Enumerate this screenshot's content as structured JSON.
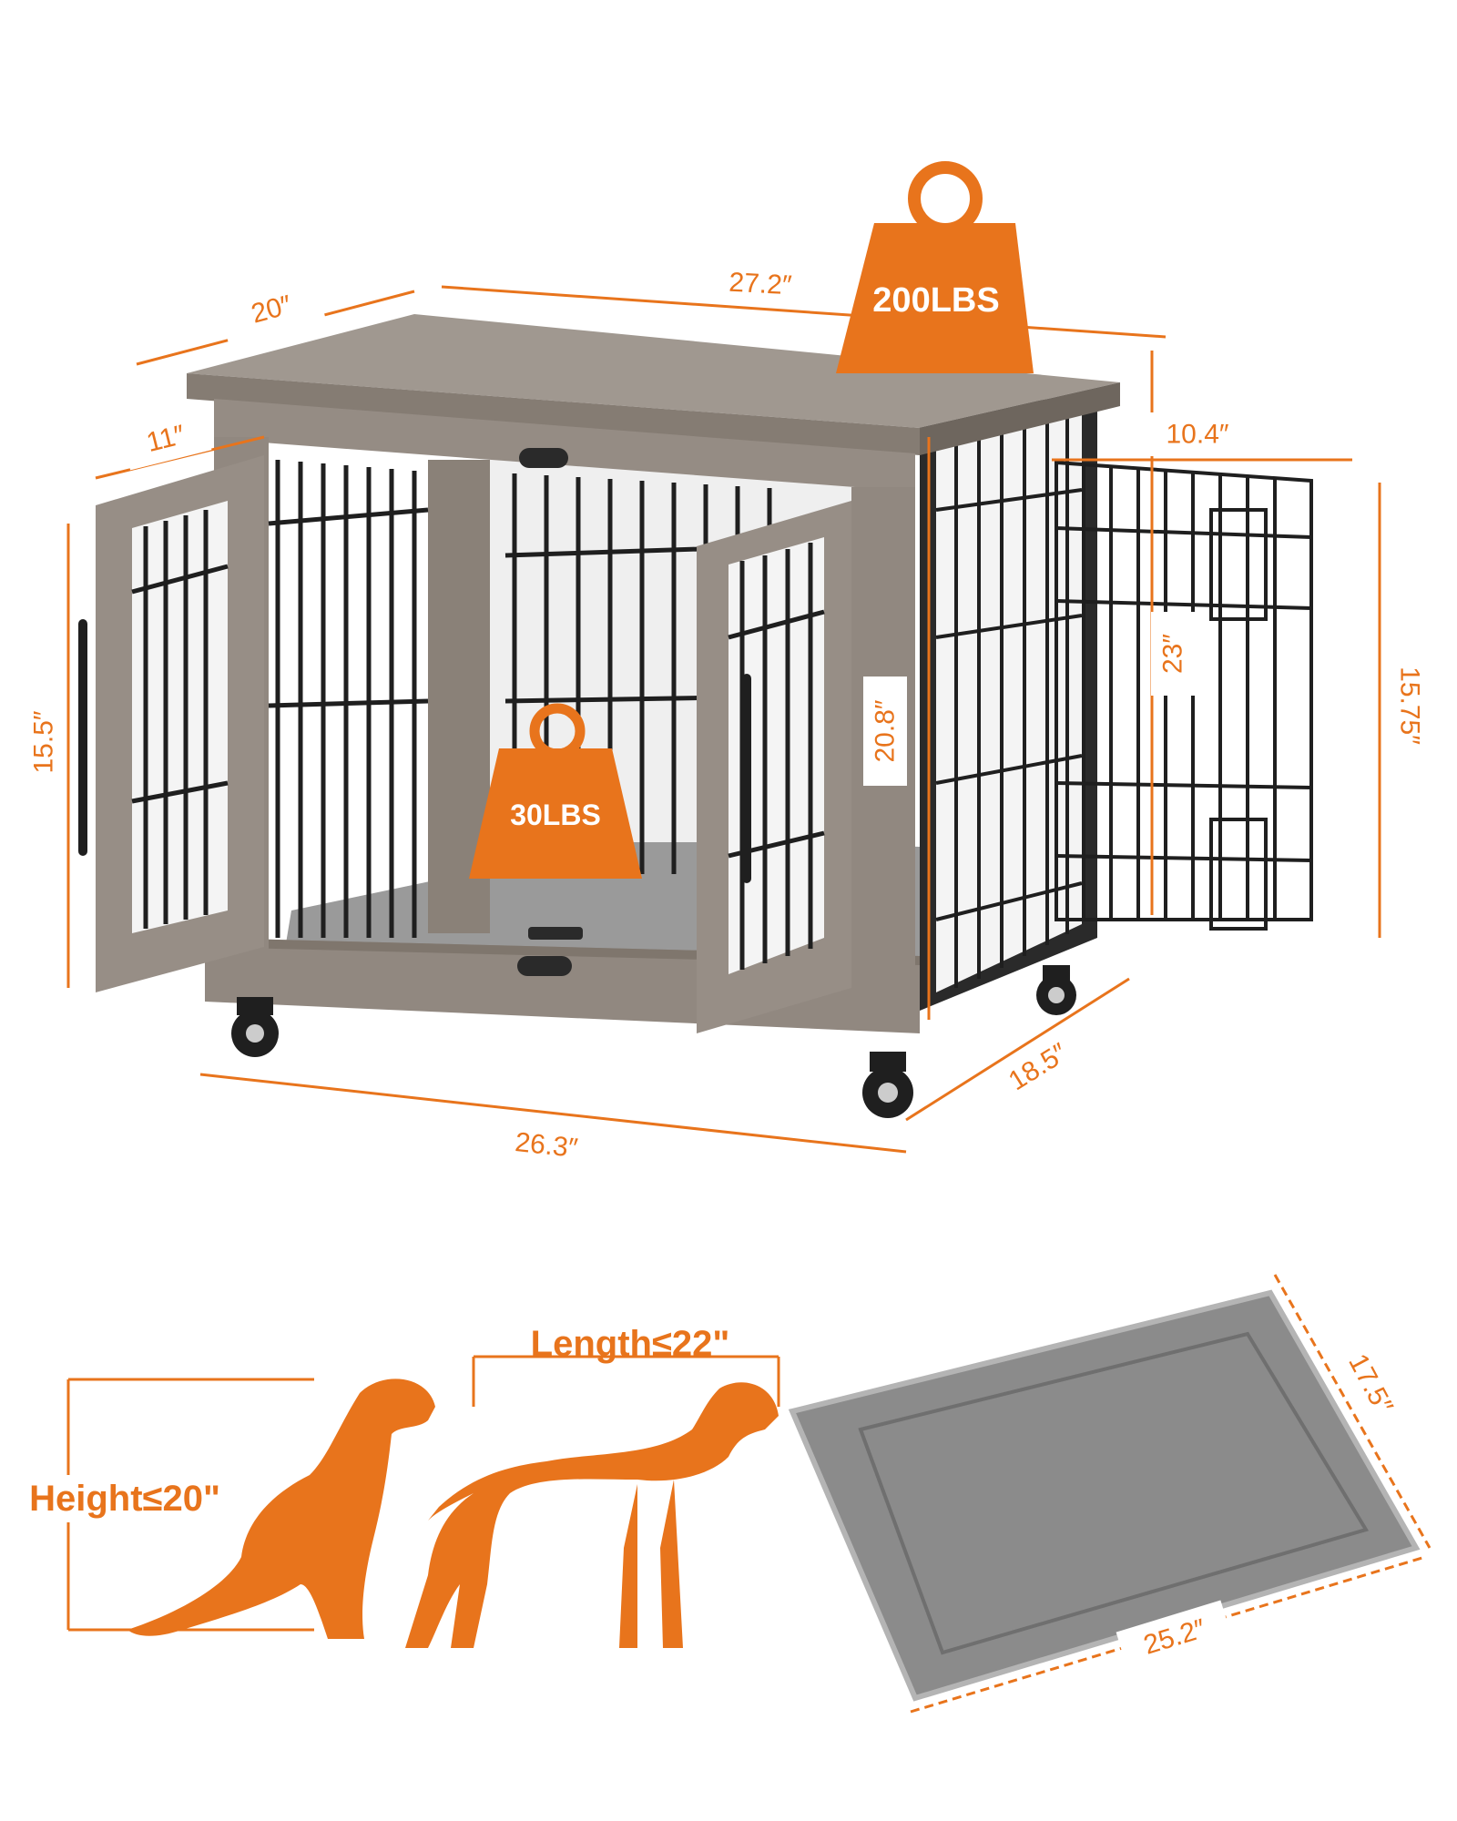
{
  "colors": {
    "accent": "#e8741c",
    "wood": "#9a9188",
    "wood_dark": "#7f766d",
    "wire": "#1f1f1f",
    "cushion": "#8b8b8b"
  },
  "crate": {
    "top_depth": "20″",
    "top_width": "27.2″",
    "door_width": "11″",
    "side_door_width": "10.4″",
    "side_door_height": "23″",
    "door_height": "15.5″",
    "front_door_height": "20.8″",
    "overall_height": "15.75″",
    "base_width": "26.3″",
    "base_depth": "18.5″"
  },
  "badges": {
    "top_load": "200LBS",
    "inner_load": "30LBS"
  },
  "dog_limits": {
    "height": "Height≤20\"",
    "length": "Length≤22\""
  },
  "mat": {
    "length": "25.2″",
    "width": "17.5″"
  },
  "icons": [
    "weight-icon",
    "dog-sitting-icon",
    "dog-standing-icon",
    "lock-hinge-icon",
    "caster-wheel-icon"
  ]
}
